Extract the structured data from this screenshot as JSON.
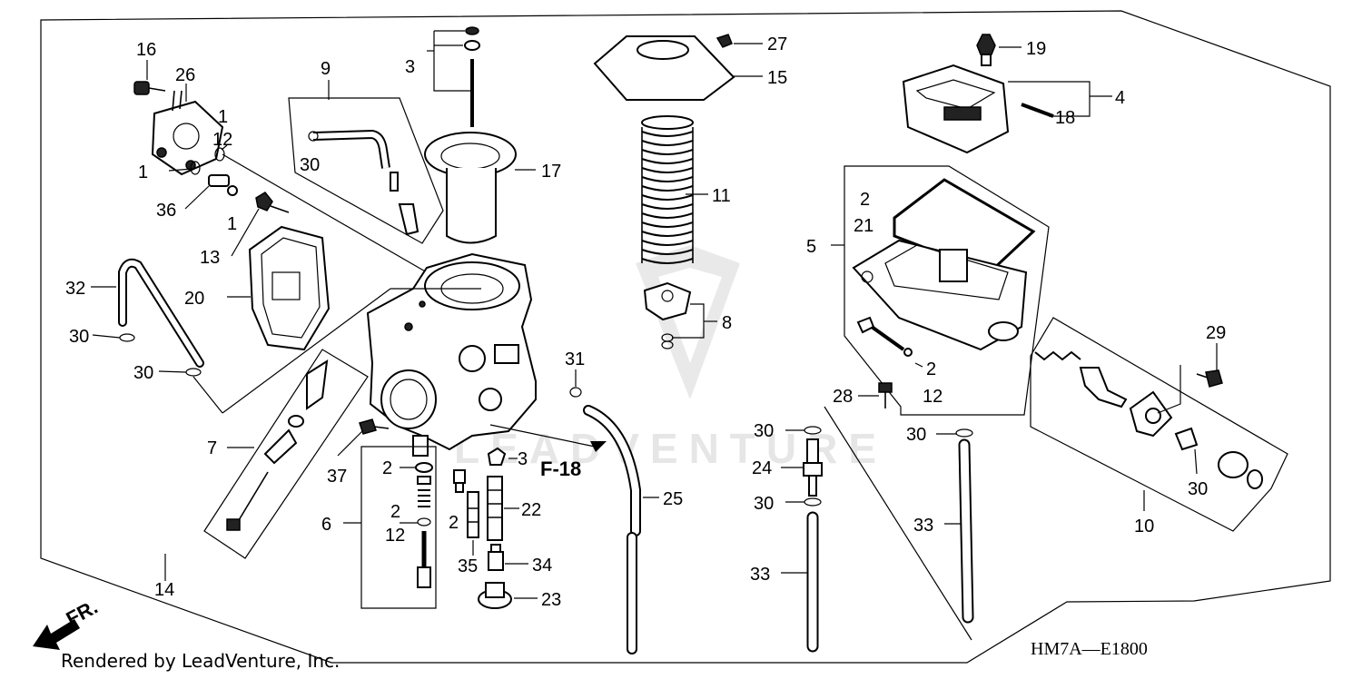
{
  "diagram_code": "HM7A—E1800",
  "credit": "Rendered by LeadVenture, Inc.",
  "watermark": "LEADVENTURE",
  "front_arrow": "FR.",
  "reference": "F-18",
  "callouts": [
    {
      "id": "c1a",
      "label": "1"
    },
    {
      "id": "c1b",
      "label": "1"
    },
    {
      "id": "c1c",
      "label": "1"
    },
    {
      "id": "c2a",
      "label": "2"
    },
    {
      "id": "c2b",
      "label": "2"
    },
    {
      "id": "c2c",
      "label": "2"
    },
    {
      "id": "c2d",
      "label": "2"
    },
    {
      "id": "c2e",
      "label": "2"
    },
    {
      "id": "c3a",
      "label": "3"
    },
    {
      "id": "c3b",
      "label": "3"
    },
    {
      "id": "c4",
      "label": "4"
    },
    {
      "id": "c5",
      "label": "5"
    },
    {
      "id": "c6",
      "label": "6"
    },
    {
      "id": "c7",
      "label": "7"
    },
    {
      "id": "c8",
      "label": "8"
    },
    {
      "id": "c9",
      "label": "9"
    },
    {
      "id": "c10",
      "label": "10"
    },
    {
      "id": "c11",
      "label": "11"
    },
    {
      "id": "c12a",
      "label": "12"
    },
    {
      "id": "c12b",
      "label": "12"
    },
    {
      "id": "c12c",
      "label": "12"
    },
    {
      "id": "c13",
      "label": "13"
    },
    {
      "id": "c14",
      "label": "14"
    },
    {
      "id": "c15",
      "label": "15"
    },
    {
      "id": "c16",
      "label": "16"
    },
    {
      "id": "c17",
      "label": "17"
    },
    {
      "id": "c18",
      "label": "18"
    },
    {
      "id": "c19",
      "label": "19"
    },
    {
      "id": "c20",
      "label": "20"
    },
    {
      "id": "c21",
      "label": "21"
    },
    {
      "id": "c22",
      "label": "22"
    },
    {
      "id": "c23",
      "label": "23"
    },
    {
      "id": "c24",
      "label": "24"
    },
    {
      "id": "c25",
      "label": "25"
    },
    {
      "id": "c26",
      "label": "26"
    },
    {
      "id": "c27",
      "label": "27"
    },
    {
      "id": "c28",
      "label": "28"
    },
    {
      "id": "c29",
      "label": "29"
    },
    {
      "id": "c30a",
      "label": "30"
    },
    {
      "id": "c30b",
      "label": "30"
    },
    {
      "id": "c30c",
      "label": "30"
    },
    {
      "id": "c30d",
      "label": "30"
    },
    {
      "id": "c30e",
      "label": "30"
    },
    {
      "id": "c30f",
      "label": "30"
    },
    {
      "id": "c30g",
      "label": "30"
    },
    {
      "id": "c31",
      "label": "31"
    },
    {
      "id": "c32",
      "label": "32"
    },
    {
      "id": "c33a",
      "label": "33"
    },
    {
      "id": "c33b",
      "label": "33"
    },
    {
      "id": "c34",
      "label": "34"
    },
    {
      "id": "c35",
      "label": "35"
    },
    {
      "id": "c36",
      "label": "36"
    },
    {
      "id": "c37",
      "label": "37"
    }
  ]
}
